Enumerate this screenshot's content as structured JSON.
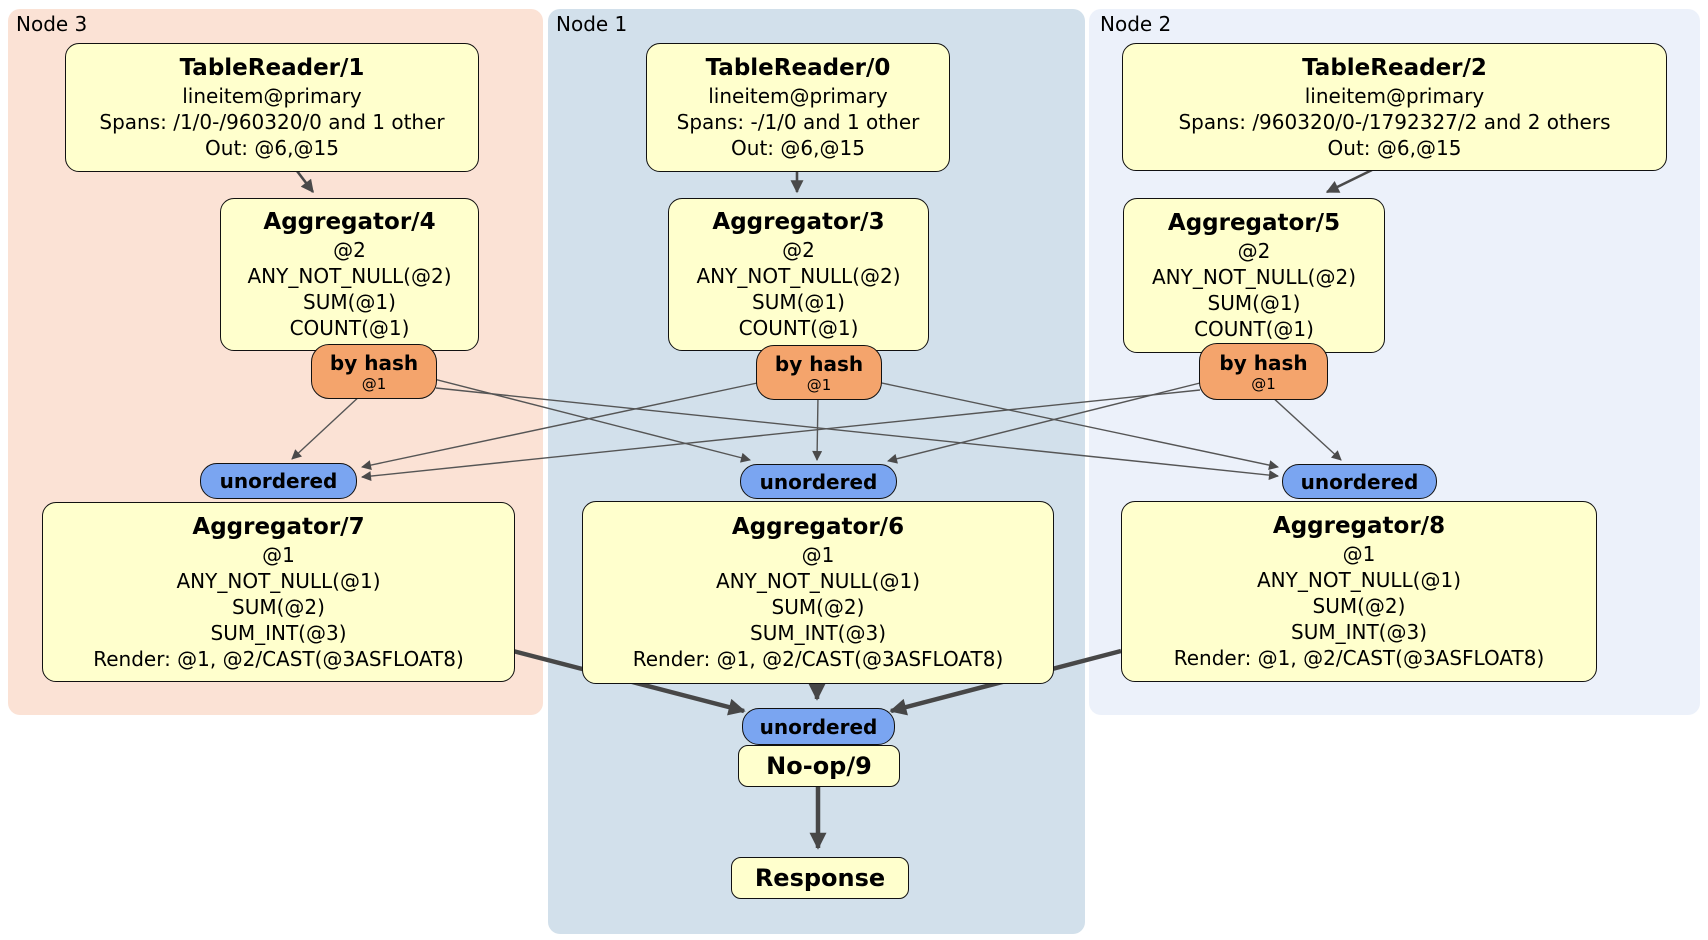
{
  "diagram": {
    "kind": "distributed-sql-plan",
    "colors": {
      "node3_bg": "#fbe2d5",
      "node1_bg": "#d2e0eb",
      "node2_bg": "#ecf1fa",
      "box_bg": "#ffffcd",
      "router_bg": "#f4a46c",
      "sync_bg": "#7aa5f1",
      "edge": "#4a4a4a"
    },
    "nodes": {
      "node3": {
        "label": "Node 3",
        "table_reader": {
          "title": "TableReader/1",
          "lines": [
            "lineitem@primary",
            "Spans: /1/0-/960320/0 and 1 other",
            "Out: @6,@15"
          ]
        },
        "aggregator": {
          "title": "Aggregator/4",
          "lines": [
            "@2",
            "ANY_NOT_NULL(@2)",
            "SUM(@1)",
            "COUNT(@1)"
          ]
        },
        "router": {
          "label": "by hash",
          "detail": "@1"
        },
        "sync": {
          "label": "unordered"
        },
        "final_aggregator": {
          "title": "Aggregator/7",
          "lines": [
            "@1",
            "ANY_NOT_NULL(@1)",
            "SUM(@2)",
            "SUM_INT(@3)",
            "Render: @1, @2/CAST(@3ASFLOAT8)"
          ]
        }
      },
      "node1": {
        "label": "Node 1",
        "table_reader": {
          "title": "TableReader/0",
          "lines": [
            "lineitem@primary",
            "Spans: -/1/0 and 1 other",
            "Out: @6,@15"
          ]
        },
        "aggregator": {
          "title": "Aggregator/3",
          "lines": [
            "@2",
            "ANY_NOT_NULL(@2)",
            "SUM(@1)",
            "COUNT(@1)"
          ]
        },
        "router": {
          "label": "by hash",
          "detail": "@1"
        },
        "sync": {
          "label": "unordered"
        },
        "final_aggregator": {
          "title": "Aggregator/6",
          "lines": [
            "@1",
            "ANY_NOT_NULL(@1)",
            "SUM(@2)",
            "SUM_INT(@3)",
            "Render: @1, @2/CAST(@3ASFLOAT8)"
          ]
        },
        "final_sync": {
          "label": "unordered"
        },
        "noop": {
          "title": "No-op/9"
        },
        "response": {
          "title": "Response"
        }
      },
      "node2": {
        "label": "Node 2",
        "table_reader": {
          "title": "TableReader/2",
          "lines": [
            "lineitem@primary",
            "Spans: /960320/0-/1792327/2 and 2 others",
            "Out: @6,@15"
          ]
        },
        "aggregator": {
          "title": "Aggregator/5",
          "lines": [
            "@2",
            "ANY_NOT_NULL(@2)",
            "SUM(@1)",
            "COUNT(@1)"
          ]
        },
        "router": {
          "label": "by hash",
          "detail": "@1"
        },
        "sync": {
          "label": "unordered"
        },
        "final_aggregator": {
          "title": "Aggregator/8",
          "lines": [
            "@1",
            "ANY_NOT_NULL(@1)",
            "SUM(@2)",
            "SUM_INT(@3)",
            "Render: @1, @2/CAST(@3ASFLOAT8)"
          ]
        }
      }
    },
    "edges": [
      "TableReader/1 -> Aggregator/4",
      "TableReader/0 -> Aggregator/3",
      "TableReader/2 -> Aggregator/5",
      "by hash (Node 3) -> unordered (Node 3, Node 1, Node 2)",
      "by hash (Node 1) -> unordered (Node 3, Node 1, Node 2)",
      "by hash (Node 2) -> unordered (Node 3, Node 1, Node 2)",
      "Aggregator/7 -> unordered (final)",
      "Aggregator/6 -> unordered (final)",
      "Aggregator/8 -> unordered (final)",
      "No-op/9 -> Response"
    ]
  }
}
